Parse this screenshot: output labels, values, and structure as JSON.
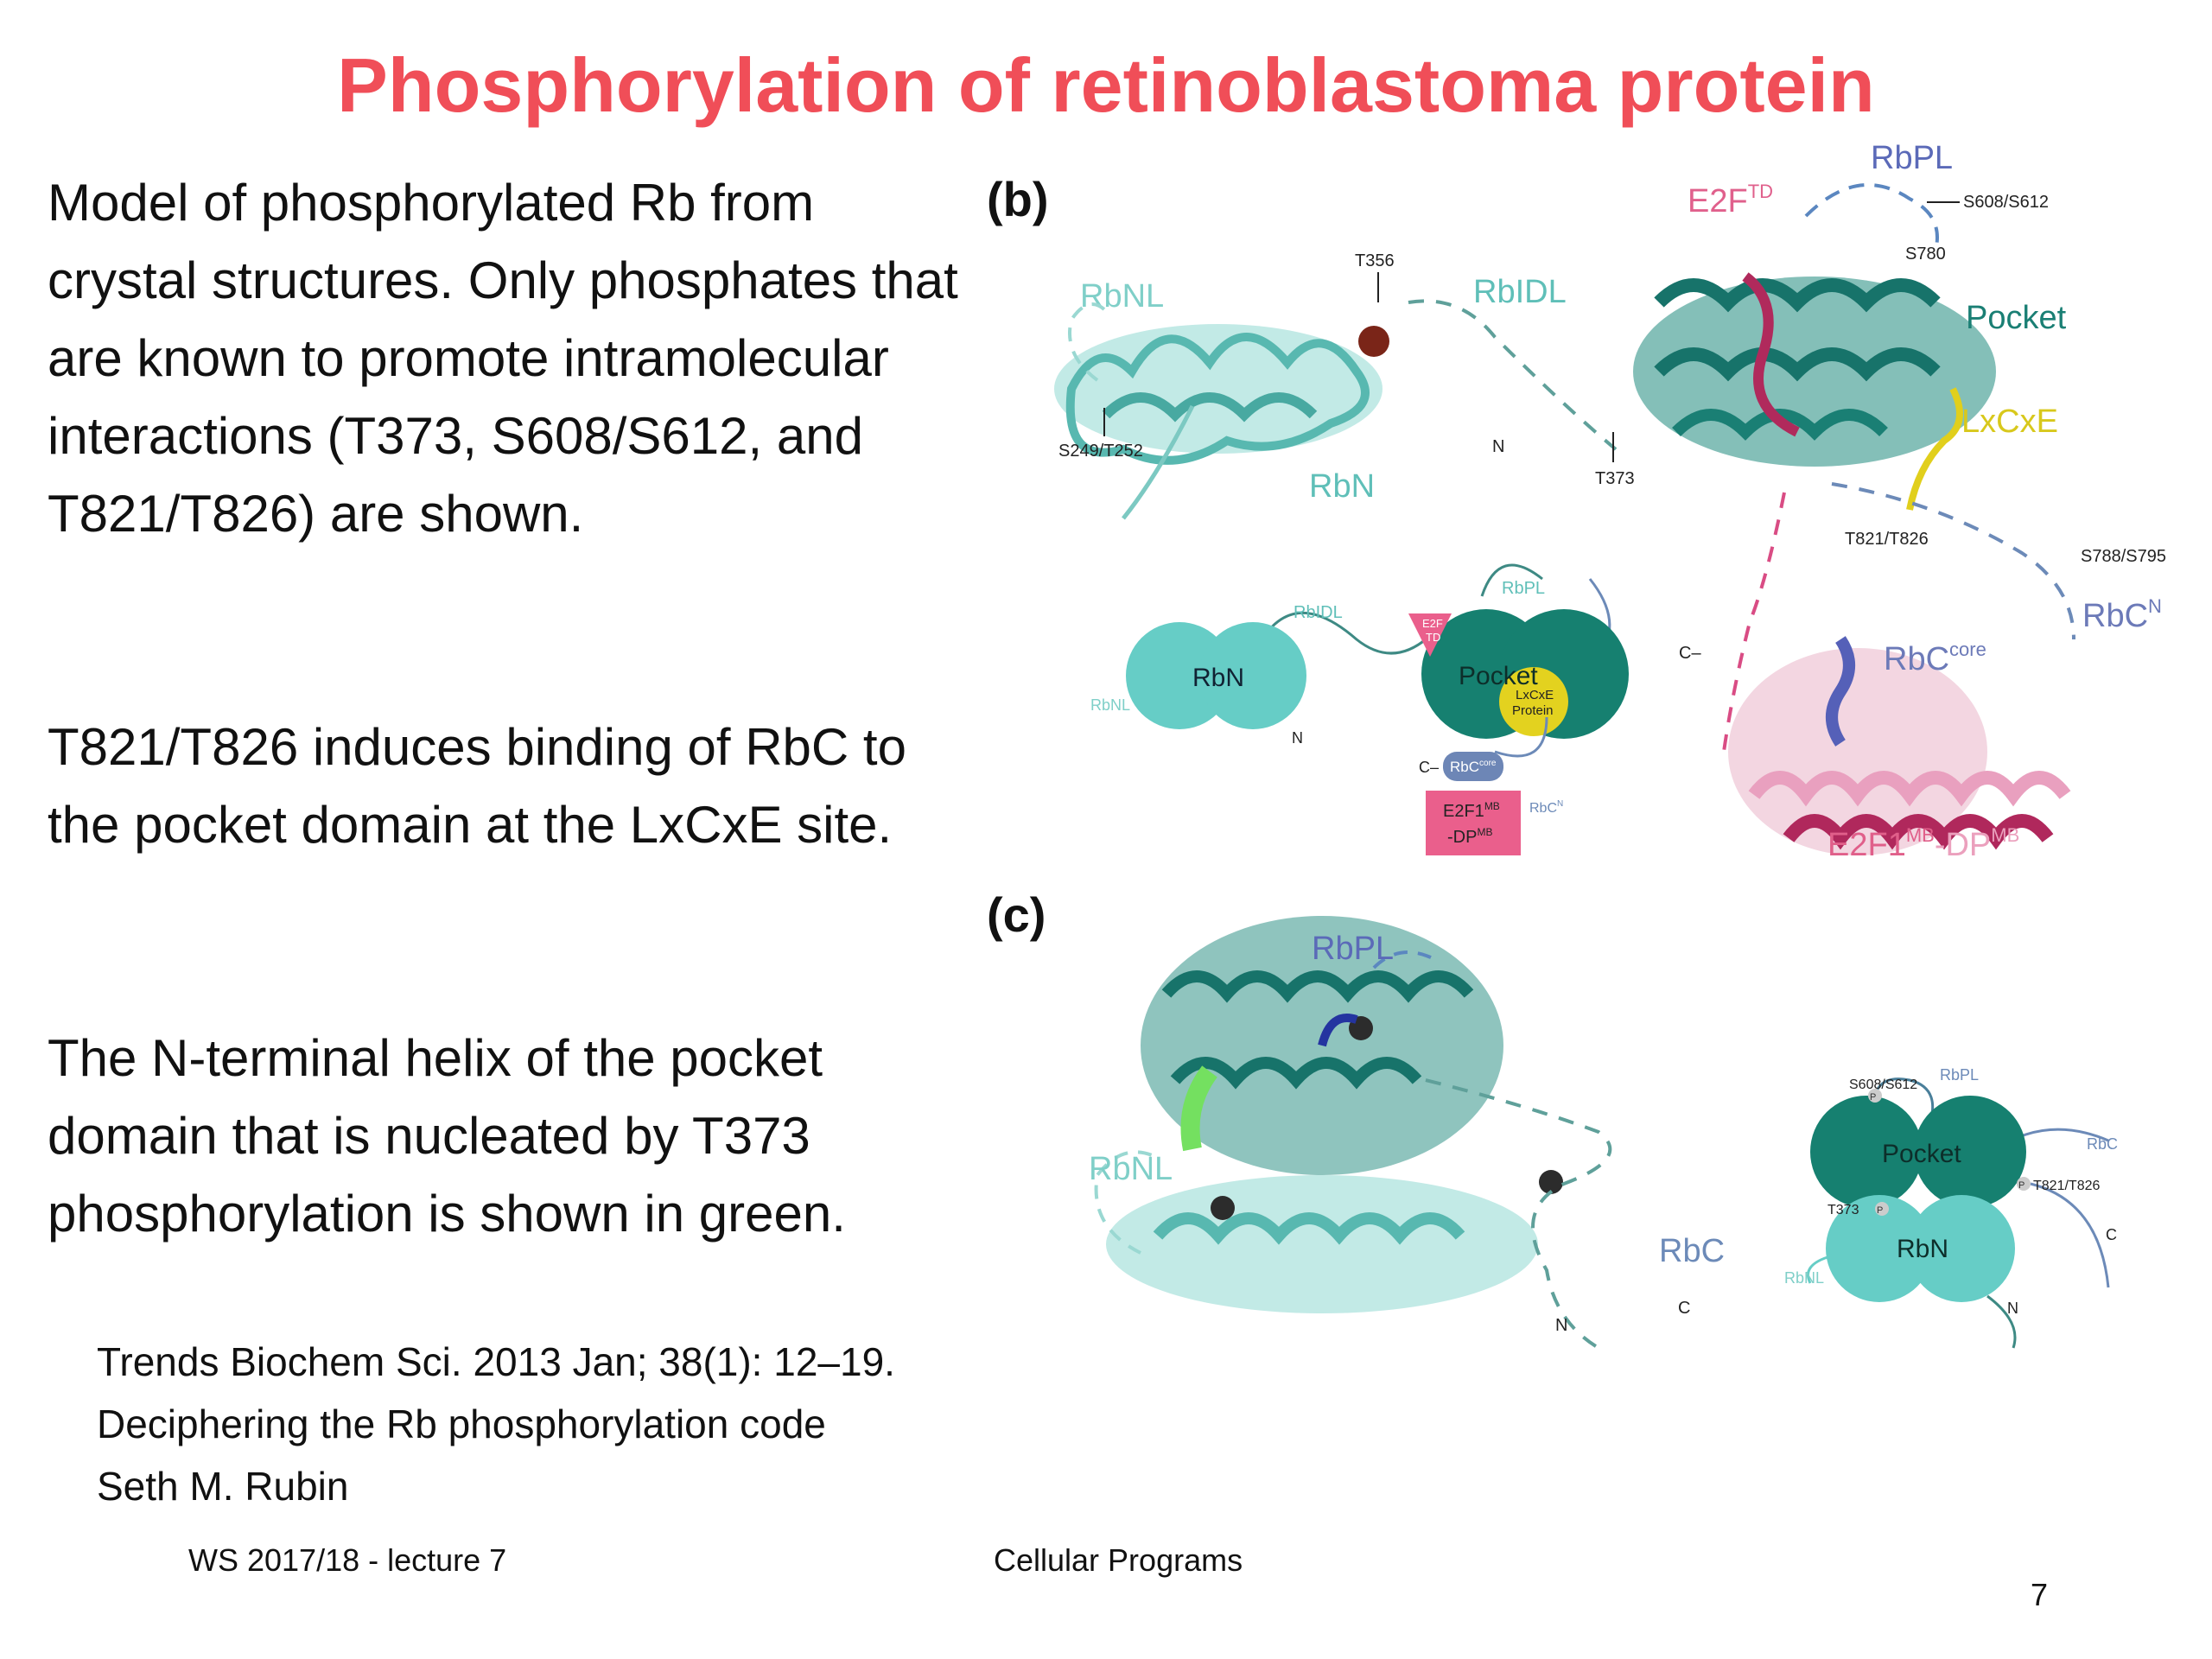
{
  "title": "Phosphorylation of retinoblastoma protein",
  "paragraphs": [
    "Model of phosphorylated Rb from crystal structures. Only phosphates that are known to promote intramolecular interactions (T373, S608/S612, and T821/T826) are shown.",
    "T821/T826 induces binding of RbC to the pocket domain at the LxCxE site.",
    "The N-terminal helix of the pocket domain that is nucleated by T373 phosphorylation is shown in green."
  ],
  "reference": {
    "line1": "Trends Biochem Sci. 2013 Jan; 38(1): 12–19.",
    "line2": "Deciphering the Rb phosphorylation code",
    "line3": "Seth M. Rubin"
  },
  "footer": {
    "left": "WS 2017/18 - lecture 7",
    "center": "Cellular Programs",
    "page": "7"
  },
  "colors": {
    "title": "#f04e58",
    "teal_dark": "#1a7f74",
    "teal_light": "#6ccfc9",
    "magenta": "#d94c84",
    "pink_light": "#e9a0bf",
    "yellow": "#e6d21e",
    "blue": "#5560b8"
  },
  "figure": {
    "panel_b": {
      "letter": "(b)",
      "labels": {
        "rbnl": "RbNL",
        "rbidl": "RbIDL",
        "rbn": "RbN",
        "rbpl": "RbPL",
        "e2f_td": "E2F",
        "e2f_td_sup": "TD",
        "pocket": "Pocket",
        "lxcxe": "LxCxE",
        "rbc_n": "RbC",
        "rbc_n_sup": "N",
        "rbc_core": "RbC",
        "rbc_core_sup": "core",
        "e2f1_dp": "E2F1",
        "e2f1_dp_sup1": "MB",
        "e2f1_dp_mid": "-DP",
        "e2f1_dp_sup2": "MB"
      },
      "sites": {
        "t356": "T356",
        "s249": "S249/T252",
        "t373": "T373",
        "s608": "S608/S612",
        "s780": "S780",
        "t821": "T821/T826",
        "s788": "S788/S795",
        "n": "N",
        "c": "C–"
      },
      "schematic": {
        "rbidl": "RbIDL",
        "rbpl": "RbPL",
        "rbn": "RbN",
        "rbnl": "RbNL",
        "n": "N",
        "pocket": "Pocket",
        "e2f_td_1": "E2F",
        "e2f_td_2": "TD",
        "lxcxe_1": "LxCxE",
        "lxcxe_2": "Protein",
        "c": "C–",
        "rbc_core": "RbC",
        "rbc_core_sup": "core",
        "e2f1_1": "E2F1",
        "e2f1_sup": "MB",
        "e2f1_2": "-DP",
        "e2f1_sup2": "MB",
        "rbc_n": "RbC",
        "rbc_n_sup": "N"
      }
    },
    "panel_c": {
      "letter": "(c)",
      "labels": {
        "rbpl": "RbPL",
        "rbnl": "RbNL",
        "rbc": "RbC",
        "c": "C",
        "n": "N"
      },
      "schematic": {
        "s608": "S608/S612",
        "rbpl": "RbPL",
        "rbc": "RbC",
        "pocket": "Pocket",
        "t821": "T821/T826",
        "t373": "T373",
        "p": "P",
        "rbn": "RbN",
        "rbnl": "RbNL",
        "c": "C",
        "n": "N"
      }
    }
  }
}
